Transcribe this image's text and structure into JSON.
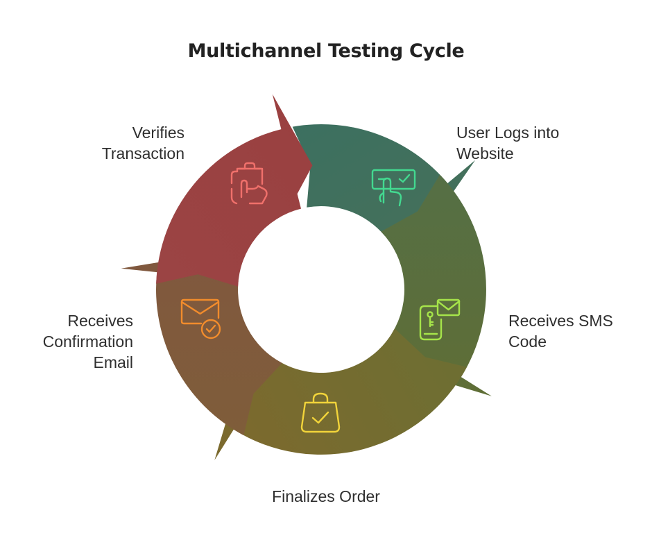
{
  "title": "Multichannel Testing Cycle",
  "steps": [
    {
      "label_lines": [
        "User Logs into",
        "Website"
      ],
      "icon": "touch-screen-checkmark-icon",
      "color": "#3f6f5c",
      "icon_color": "#43d990"
    },
    {
      "label_lines": [
        "Receives SMS",
        "Code"
      ],
      "icon": "phone-key-message-icon",
      "color": "#5a6d3d",
      "icon_color": "#a6e44a"
    },
    {
      "label_lines": [
        "Finalizes Order"
      ],
      "icon": "shopping-bag-check-icon",
      "color": "#7a6e2b",
      "icon_color": "#f2d43a"
    },
    {
      "label_lines": [
        "Receives",
        "Confirmation",
        "Email"
      ],
      "icon": "envelope-check-icon",
      "color": "#7f5a3e",
      "icon_color": "#f28c2c"
    },
    {
      "label_lines": [
        "Verifies",
        "Transaction"
      ],
      "icon": "clipboard-hand-icon",
      "color": "#9c4242",
      "icon_color": "#f0706b"
    }
  ]
}
